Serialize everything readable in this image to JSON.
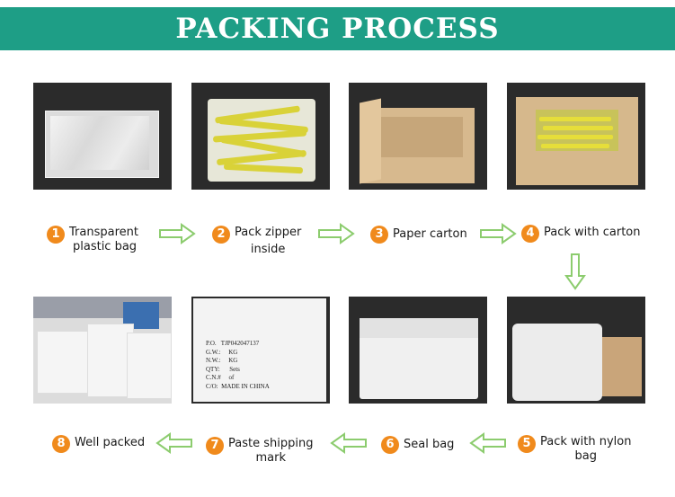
{
  "header": {
    "title": "PACKING PROCESS"
  },
  "colors": {
    "banner": "#1e9e86",
    "step_badge": "#f08a1c",
    "arrow": "#8ccc6e"
  },
  "steps": [
    {
      "number": "1",
      "line1": "Transparent",
      "line2": "plastic bag"
    },
    {
      "number": "2",
      "line1": "Pack zipper",
      "line2": "inside"
    },
    {
      "number": "3",
      "line1": "Paper carton",
      "line2": ""
    },
    {
      "number": "4",
      "line1": "Pack with carton",
      "line2": ""
    },
    {
      "number": "5",
      "line1": "Pack with nylon",
      "line2": "bag"
    },
    {
      "number": "6",
      "line1": "Seal bag",
      "line2": ""
    },
    {
      "number": "7",
      "line1": "Paste shipping",
      "line2": "mark"
    },
    {
      "number": "8",
      "line1": "Well packed",
      "line2": ""
    }
  ],
  "shipping_mark": {
    "po": "P.O.   TJP042047137",
    "gw": "G.W.:     KG",
    "nw": "N.W.:     KG",
    "qty": "QTY:      Sets",
    "cn": "C.N.#     of",
    "co": "C/O:  MADE IN CHINA"
  },
  "arrows": [
    "arrow-right",
    "arrow-right",
    "arrow-right",
    "arrow-down",
    "arrow-left",
    "arrow-left",
    "arrow-left"
  ]
}
